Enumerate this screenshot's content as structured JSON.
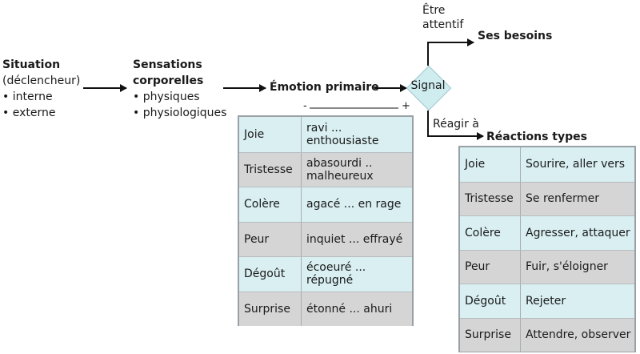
{
  "situation": {
    "title": "Situation",
    "trigger": "(déclencheur)",
    "items": [
      "• interne",
      "• externe"
    ]
  },
  "sensations": {
    "title_line1": "Sensations",
    "title_line2": "corporelles",
    "items": [
      "• physiques",
      "• physiologiques"
    ]
  },
  "primary_emotion": "Émotion primaire",
  "scale": {
    "minus": "-",
    "plus": "+"
  },
  "signal": "Signal",
  "branch_top": {
    "label_line1": "Être",
    "label_line2": "attentif",
    "target": "Ses besoins"
  },
  "branch_bottom": {
    "label": "Réagir à",
    "target": "Réactions types"
  },
  "emotions_table": [
    {
      "emotion": "Joie",
      "range_line1": "ravi ...",
      "range_line2": "enthousiaste"
    },
    {
      "emotion": "Tristesse",
      "range_line1": "abasourdi ..",
      "range_line2": "malheureux"
    },
    {
      "emotion": "Colère",
      "range_line1": "agacé ... en rage",
      "range_line2": ""
    },
    {
      "emotion": "Peur",
      "range_line1": "inquiet ... effrayé",
      "range_line2": ""
    },
    {
      "emotion": "Dégoût",
      "range_line1": "écoeuré ...",
      "range_line2": "répugné"
    },
    {
      "emotion": "Surprise",
      "range_line1": "étonné ... ahuri",
      "range_line2": ""
    }
  ],
  "reactions_table": [
    {
      "emotion": "Joie",
      "reaction": "Sourire, aller vers"
    },
    {
      "emotion": "Tristesse",
      "reaction": "Se renfermer"
    },
    {
      "emotion": "Colère",
      "reaction": "Agresser, attaquer"
    },
    {
      "emotion": "Peur",
      "reaction": "Fuir, s'éloigner"
    },
    {
      "emotion": "Dégoût",
      "reaction": "Rejeter"
    },
    {
      "emotion": "Surprise",
      "reaction": "Attendre, observer"
    }
  ],
  "colors": {
    "light_row": "#d9eff2",
    "dark_row": "#d5d5d5",
    "diamond": "#cfecef",
    "border": "#9aa1a6"
  }
}
